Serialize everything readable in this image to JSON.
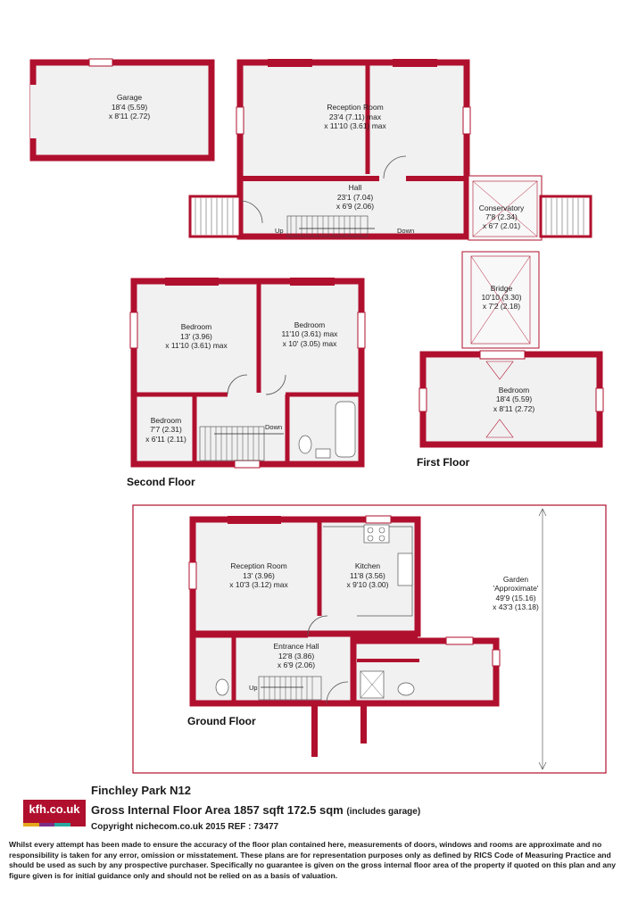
{
  "colors": {
    "wall": "#b0102e",
    "floor_fill": "#f1f1f1",
    "accent": "#b0102e"
  },
  "garage": {
    "name": "Garage",
    "dim1": "18'4 (5.59)",
    "dim2": "x 8'11 (2.72)"
  },
  "first_floor": {
    "label": "First Floor",
    "reception": {
      "name": "Reception Room",
      "dim1": "23'4 (7.11) max",
      "dim2": "x 11'10 (3.61) max"
    },
    "hall": {
      "name": "Hall",
      "dim1": "23'1 (7.04)",
      "dim2": "x 6'9 (2.06)",
      "up": "Up",
      "down": "Down"
    },
    "conservatory": {
      "name": "Conservatory",
      "dim1": "7'8 (2.34)",
      "dim2": "x 6'7 (2.01)"
    },
    "bridge": {
      "name": "Bridge",
      "dim1": "10'10 (3.30)",
      "dim2": "x 7'2 (2.18)"
    },
    "bedroom": {
      "name": "Bedroom",
      "dim1": "18'4 (5.59)",
      "dim2": "x 8'11 (2.72)"
    }
  },
  "second_floor": {
    "label": "Second Floor",
    "bedroom1": {
      "name": "Bedroom",
      "dim1": "13' (3.96)",
      "dim2": "x 11'10 (3.61) max"
    },
    "bedroom2": {
      "name": "Bedroom",
      "dim1": "11'10 (3.61) max",
      "dim2": "x 10' (3.05) max"
    },
    "bedroom3": {
      "name": "Bedroom",
      "dim1": "7'7 (2.31)",
      "dim2": "x 6'11 (2.11)"
    },
    "down": "Down"
  },
  "ground_floor": {
    "label": "Ground Floor",
    "reception": {
      "name": "Reception Room",
      "dim1": "13' (3.96)",
      "dim2": "x 10'3 (3.12) max"
    },
    "kitchen": {
      "name": "Kitchen",
      "dim1": "11'8 (3.56)",
      "dim2": "x 9'10 (3.00)"
    },
    "entrance": {
      "name": "Entrance Hall",
      "dim1": "12'8 (3.86)",
      "dim2": "x 6'9 (2.06)",
      "up": "Up"
    },
    "garden": {
      "name": "Garden",
      "sub": "'Approximate'",
      "dim1": "49'9 (15.16)",
      "dim2": "x 43'3 (13.18)"
    }
  },
  "footer": {
    "logo": "kfh.co.uk",
    "logo_colors": [
      "#e4a91c",
      "#7b2f87",
      "#2aa8a0",
      "#b0102e"
    ],
    "title": "Finchley Park N12",
    "area": "Gross Internal Floor Area 1857 sqft 172.5 sqm",
    "area_note": "(includes garage)",
    "copyright": "Copyright nichecom.co.uk 2015 REF : 73477",
    "disclaimer": "Whilst every attempt has been made to ensure the accuracy of the floor plan contained here, measurements of doors, windows and rooms are approximate and no responsibility is taken for any error, omission or misstatement.  These plans are for representation purposes only as defined by RICS Code of Measuring Practice and should be used as such by any prospective purchaser.  Specifically no guarantee is given on the gross internal floor area of the property if quoted on this plan and any figure given is for initial guidance only and should not be relied on as a basis of valuation."
  }
}
